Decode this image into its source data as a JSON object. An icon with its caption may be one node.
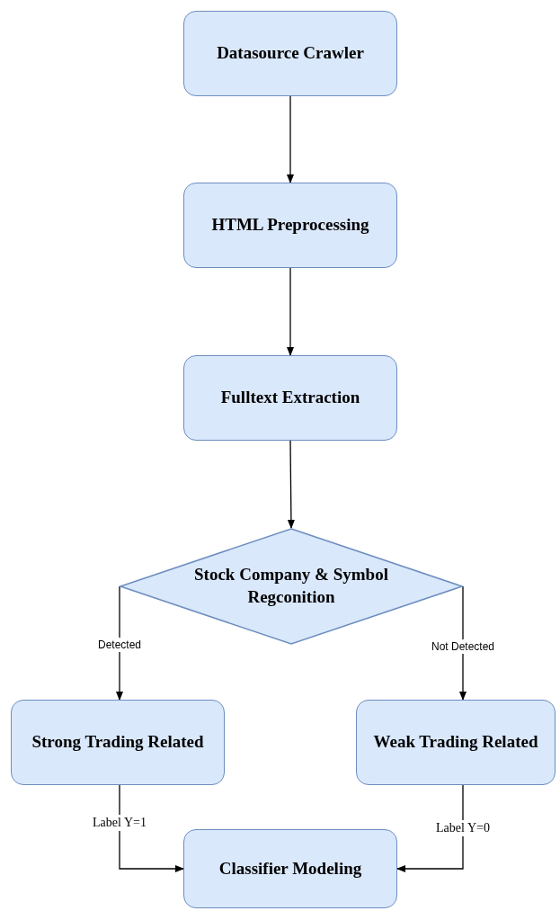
{
  "diagram": {
    "nodes": [
      {
        "text": [
          "Datasource Crawler"
        ]
      },
      {
        "text": [
          "HTML Preprocessing"
        ]
      },
      {
        "text": [
          "Fulltext Extraction"
        ]
      },
      {
        "text": [
          "Stock Company & Symbol Regconition"
        ]
      },
      {
        "text": [
          "Strong Trading Related"
        ]
      },
      {
        "text": [
          "Weak Trading Related"
        ]
      },
      {
        "text": [
          "Classifier Modeling"
        ]
      }
    ],
    "edges": [
      {
        "from": 0,
        "to": 1,
        "arrow": "to"
      },
      {
        "from": 1,
        "to": 2,
        "arrow": "to"
      },
      {
        "from": 2,
        "to": 3,
        "arrow": "to"
      },
      {
        "from": 3,
        "to": 4,
        "arrow": "to",
        "label": "Detected"
      },
      {
        "from": 3,
        "to": 5,
        "arrow": "to",
        "label": "Not Detected"
      },
      {
        "from": 4,
        "to": 6,
        "arrow": "to",
        "label": "Label Y=1"
      },
      {
        "from": 5,
        "to": 6,
        "arrow": "to",
        "label": "Label Y=0"
      }
    ]
  }
}
